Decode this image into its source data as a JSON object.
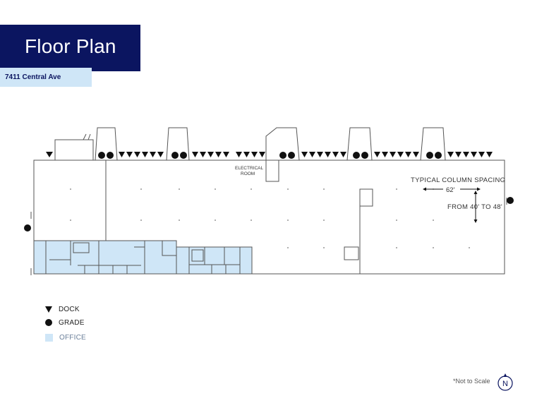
{
  "header": {
    "title": "Floor Plan",
    "address": "7411 Central Ave"
  },
  "plan": {
    "room_label_line1": "ELECTRICAL",
    "room_label_line2": "ROOM",
    "column_spacing_title": "TYPICAL COLUMN SPACING",
    "column_spacing_width": "62'",
    "column_spacing_depth": "FROM 40' TO 48'"
  },
  "legend": {
    "dock": "DOCK",
    "grade": "GRADE",
    "office": "OFFICE"
  },
  "footer": {
    "scale_note": "*Not to Scale",
    "compass_letter": "N"
  },
  "colors": {
    "title_bg": "#0b1560",
    "office_fill": "#cfe6f7",
    "line": "#555555"
  }
}
